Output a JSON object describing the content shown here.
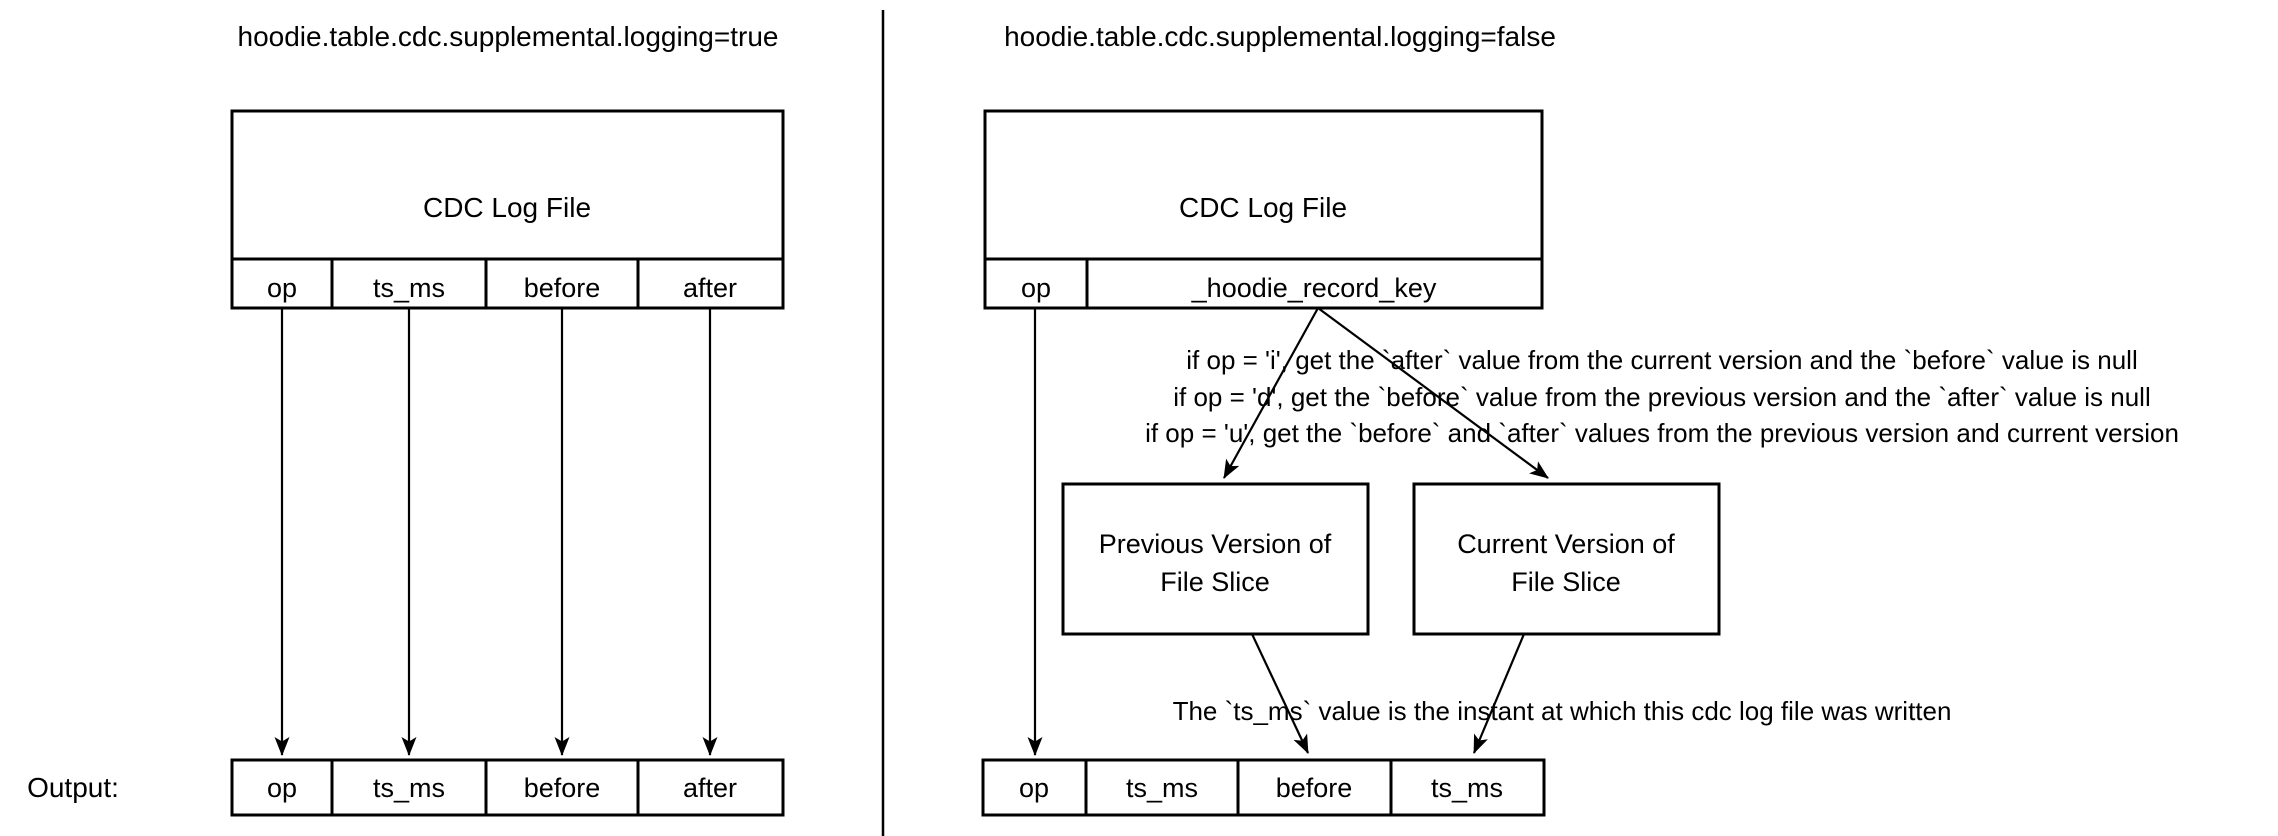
{
  "diagram": {
    "left": {
      "title": "hoodie.table.cdc.supplemental.logging=true",
      "cdc_box": {
        "title": "CDC Log File",
        "columns": [
          "op",
          "ts_ms",
          "before",
          "after"
        ]
      },
      "output_label": "Output:",
      "output_row": {
        "columns": [
          "op",
          "ts_ms",
          "before",
          "after"
        ]
      }
    },
    "right": {
      "title": "hoodie.table.cdc.supplemental.logging=false",
      "cdc_box": {
        "title": "CDC Log File",
        "columns": [
          "op",
          "_hoodie_record_key"
        ]
      },
      "rules": [
        "if op = 'i', get the `after` value from the current version and the `before` value is null",
        "if op = 'd', get the `before` value from the previous version  and the `after` value is null",
        "if op = 'u', get the `before` and `after` values from the previous version and current version"
      ],
      "previous_version_box": {
        "line1": "Previous Version of",
        "line2": "File Slice"
      },
      "current_version_box": {
        "line1": "Current Version of",
        "line2": "File Slice"
      },
      "ts_ms_note": "The `ts_ms` value is the instant at which this cdc log file was written",
      "output_row": {
        "columns": [
          "op",
          "ts_ms",
          "before",
          "ts_ms"
        ]
      }
    },
    "colors": {
      "ink": "#000000",
      "background": "#ffffff"
    }
  }
}
